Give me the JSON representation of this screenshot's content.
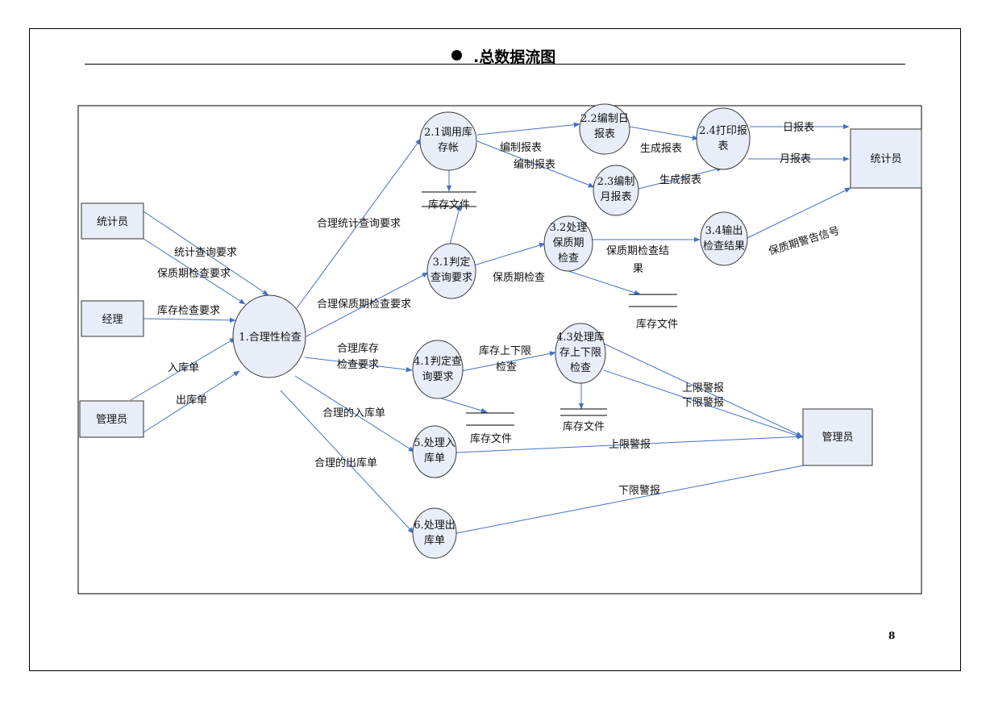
{
  "title": ".总数据流图",
  "page_number": "8",
  "entities": {
    "stat_left": "统计员",
    "manager": "经理",
    "admin_left": "管理员",
    "stat_right": "统计员",
    "admin_right": "管理员"
  },
  "processes": {
    "p1": "1.合理性检查",
    "p21": [
      "2.1调用库",
      "存帐"
    ],
    "p22": [
      "2.2编制日",
      "报表"
    ],
    "p23": [
      "2.3编制",
      "月报表"
    ],
    "p24": [
      "2.4打印报",
      "表"
    ],
    "p31": [
      "3.1判定",
      "查询要求"
    ],
    "p32": [
      "3.2处理",
      "保质期",
      "检查"
    ],
    "p34": [
      "3.4输出",
      "检查结果"
    ],
    "p41": [
      "4.1判定查",
      "询要求"
    ],
    "p43": [
      "4.3处理库",
      "存上下限",
      "检查"
    ],
    "p5": [
      "5.处理入",
      "库单"
    ],
    "p6": [
      "6.处理出",
      "库单"
    ]
  },
  "stores": {
    "s1": "库存文件",
    "s2": "库存文件",
    "s3": "库存文件",
    "s4": "库存文件"
  },
  "flows": {
    "f_stat_query": "统计查询要求",
    "f_shelf_req": "保质期检查要求",
    "f_stock_req": "库存检查要求",
    "f_in_order": "入库单",
    "f_out_order": "出库单",
    "f_valid_stat": "合理统计查询要求",
    "f_valid_shelf": "合理保质期检查要求",
    "f_valid_stock": [
      "合理库存",
      "检查要求"
    ],
    "f_valid_in": "合理的入库单",
    "f_valid_out": "合理的出库单",
    "f_compile1": "编制报表",
    "f_compile2": "编制报表",
    "f_gen1": "生成报表",
    "f_gen2": "生成报表",
    "f_daily": "日报表",
    "f_monthly": "月报表",
    "f_shelf_check": "保质期检查",
    "f_shelf_result": [
      "保质期检查结",
      "果"
    ],
    "f_shelf_warn": "保质期警告信号",
    "f_limits": [
      "库存上下限",
      "检查"
    ],
    "f_warn_updown": [
      "上限警报",
      "下限警报"
    ],
    "f_warn_up": "上限警报",
    "f_warn_down": "下限警报"
  }
}
